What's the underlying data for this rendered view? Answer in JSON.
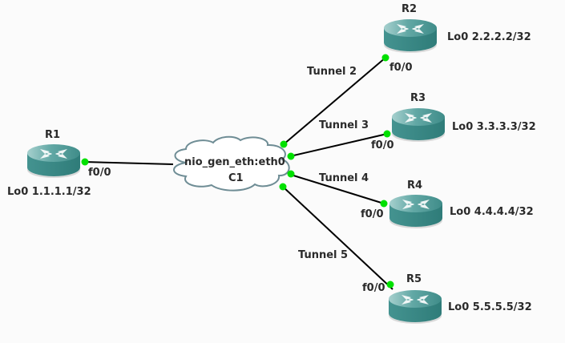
{
  "diagram": {
    "colors": {
      "link": "#000000",
      "port_dot": "#00e000",
      "router_body": "#3a8a88",
      "router_top": "#6fb1ae",
      "cloud_stroke": "#6f8d95",
      "cloud_fill": "#ffffff",
      "text": "#2a2a2a"
    },
    "nodes": {
      "r1": {
        "name": "R1",
        "port": "f0/0",
        "loopback": "Lo0 1.1.1.1/32",
        "icon": "router-icon"
      },
      "r2": {
        "name": "R2",
        "port": "f0/0",
        "loopback": "Lo0 2.2.2.2/32",
        "icon": "router-icon"
      },
      "r3": {
        "name": "R3",
        "port": "f0/0",
        "loopback": "Lo0 3.3.3.3/32",
        "icon": "router-icon"
      },
      "r4": {
        "name": "R4",
        "port": "f0/0",
        "loopback": "Lo0 4.4.4.4/32",
        "icon": "router-icon"
      },
      "r5": {
        "name": "R5",
        "port": "f0/0",
        "loopback": "Lo0 5.5.5.5/32",
        "icon": "router-icon"
      },
      "c1": {
        "name": "C1",
        "interface": "nio_gen_eth:eth0",
        "icon": "cloud-icon"
      }
    },
    "links": [
      {
        "from": "R1",
        "to": "C1",
        "label": ""
      },
      {
        "from": "C1",
        "to": "R2",
        "label": "Tunnel 2"
      },
      {
        "from": "C1",
        "to": "R3",
        "label": "Tunnel 3"
      },
      {
        "from": "C1",
        "to": "R4",
        "label": "Tunnel 4"
      },
      {
        "from": "C1",
        "to": "R5",
        "label": "Tunnel 5"
      }
    ]
  }
}
